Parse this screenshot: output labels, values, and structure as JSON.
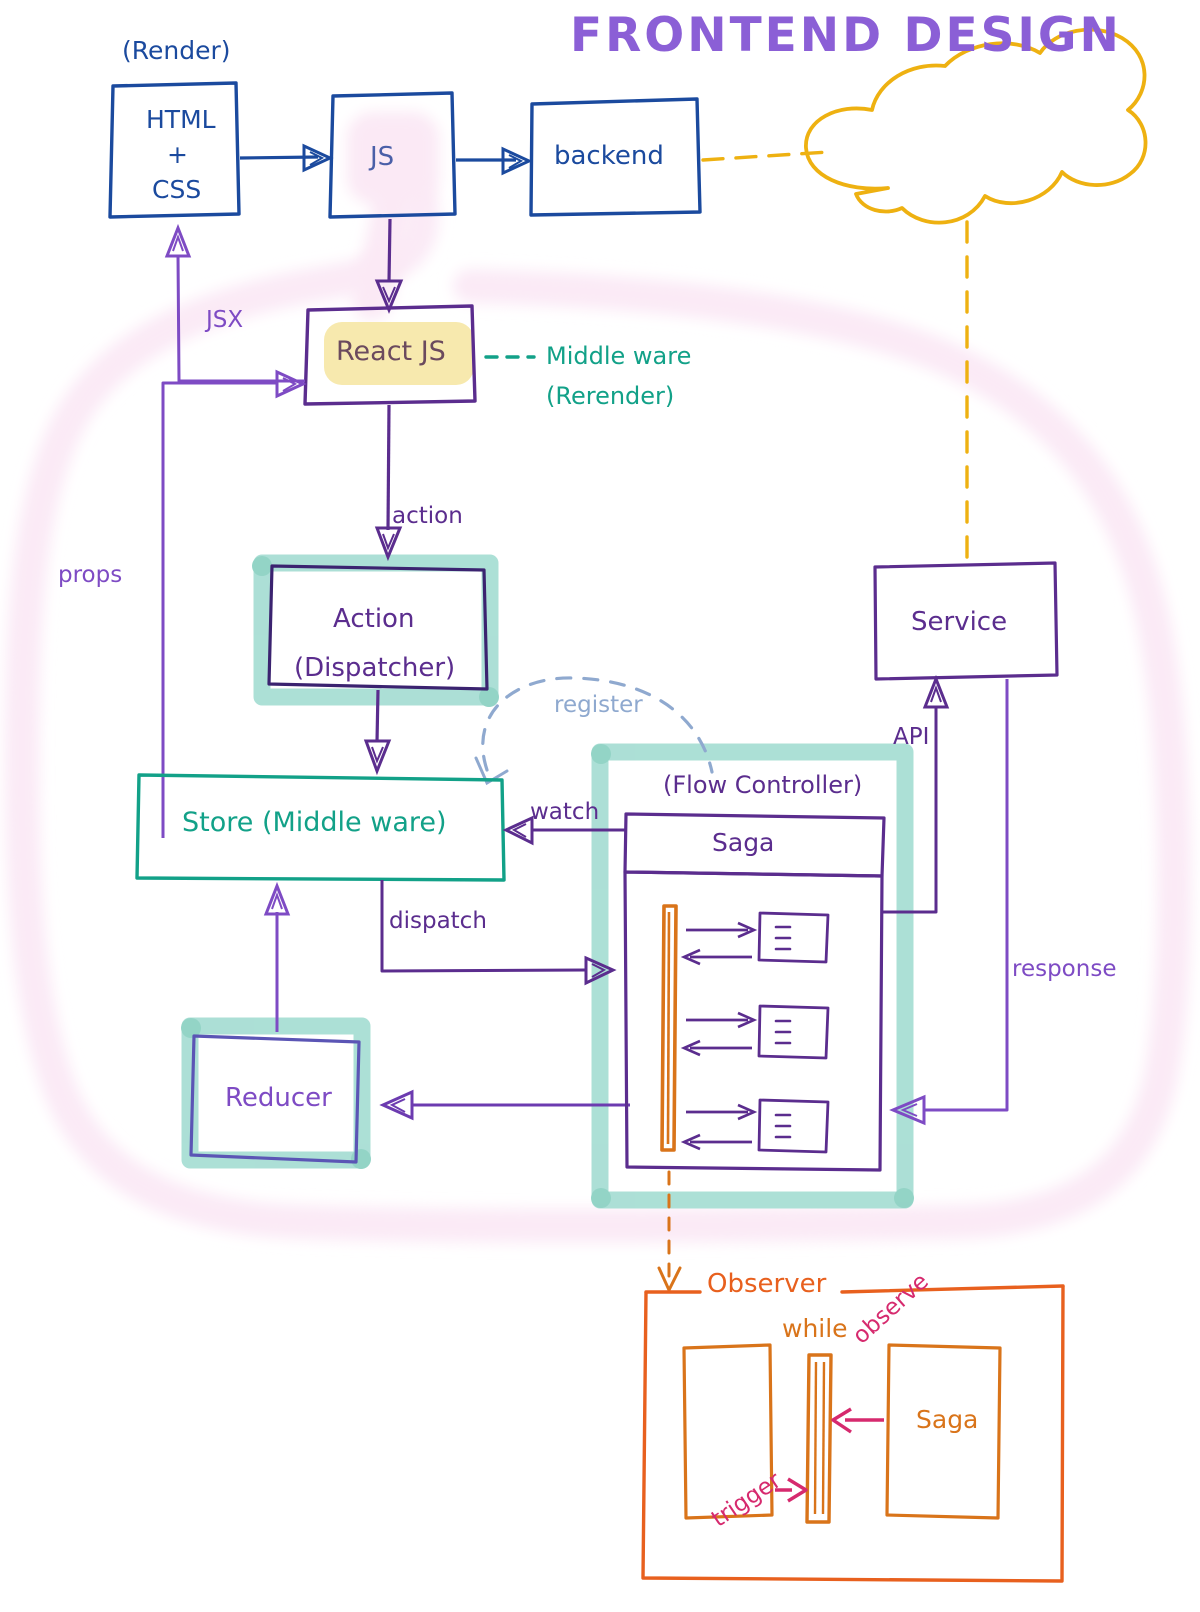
{
  "title": "FRONTEND DESIGN",
  "colors": {
    "title_purple": "#8b5fd6",
    "blue": "#1b4a9e",
    "purple": "#5b2d8e",
    "violet": "#7e4bc4",
    "green": "#12a188",
    "teal_highlight": "#a8ded4",
    "yellow_highlight": "#f7e9ae",
    "gold": "#eeb111",
    "orange": "#d9741a",
    "pink_arrow": "#d62a6e",
    "register_blue": "#8fa9cf",
    "pink_glow": "#fbeaf6",
    "react_text": "#6b4a5e",
    "blue_violet": "#5b55b5"
  },
  "top_row": {
    "render_label": "(Render)",
    "html_css_box": {
      "line1": "HTML",
      "line2": "+",
      "line3": "CSS"
    },
    "js_box": "JS",
    "backend_box": "backend"
  },
  "react": {
    "box_label": "React JS",
    "middleware_line1": "Middle ware",
    "middleware_line2": "(Rerender)"
  },
  "edge_labels": {
    "jsx": "JSX",
    "props": "props",
    "action": "action",
    "register": "register",
    "watch": "watch",
    "dispatch": "dispatch",
    "api": "API",
    "response": "response"
  },
  "boxes": {
    "action_dispatcher_line1": "Action",
    "action_dispatcher_line2": "(Dispatcher)",
    "store": "Store (Middle ware)",
    "reducer": "Reducer",
    "service": "Service",
    "flow_controller": "(Flow Controller)",
    "saga": "Saga"
  },
  "observer": {
    "title": "Observer",
    "while_label": "while",
    "observe_label": "observe",
    "trigger_label": "trigger",
    "saga_label": "Saga"
  },
  "chart_data": {
    "type": "diagram",
    "title": "FRONTEND DESIGN",
    "nodes": [
      {
        "id": "html_css",
        "label": "HTML + CSS",
        "color": "#1b4a9e"
      },
      {
        "id": "js",
        "label": "JS",
        "color": "#1b4a9e"
      },
      {
        "id": "backend",
        "label": "backend",
        "color": "#1b4a9e"
      },
      {
        "id": "cloud",
        "label": "",
        "color": "#eeb111"
      },
      {
        "id": "react",
        "label": "React JS",
        "color": "#5b2d8e"
      },
      {
        "id": "action",
        "label": "Action (Dispatcher)",
        "color": "#5b2d8e"
      },
      {
        "id": "store",
        "label": "Store (Middle ware)",
        "color": "#12a188"
      },
      {
        "id": "reducer",
        "label": "Reducer",
        "color": "#7e4bc4"
      },
      {
        "id": "saga",
        "label": "Saga",
        "color": "#5b2d8e"
      },
      {
        "id": "service",
        "label": "Service",
        "color": "#5b2d8e"
      },
      {
        "id": "observer",
        "label": "Observer",
        "color": "#d9741a"
      }
    ],
    "edges": [
      {
        "from": "html_css",
        "to": "js",
        "label": ""
      },
      {
        "from": "js",
        "to": "backend",
        "label": ""
      },
      {
        "from": "backend",
        "to": "cloud",
        "label": "",
        "style": "dashed"
      },
      {
        "from": "js",
        "to": "react",
        "label": ""
      },
      {
        "from": "react",
        "to": "html_css",
        "label": "JSX"
      },
      {
        "from": "store",
        "to": "react",
        "label": "props"
      },
      {
        "from": "react",
        "to": "action",
        "label": "action"
      },
      {
        "from": "react",
        "to": "middleware",
        "label": "Middle ware (Rerender)",
        "style": "dashed"
      },
      {
        "from": "action",
        "to": "store",
        "label": ""
      },
      {
        "from": "action",
        "to": "saga",
        "label": "register",
        "style": "dashed"
      },
      {
        "from": "saga",
        "to": "store",
        "label": "watch"
      },
      {
        "from": "store",
        "to": "saga",
        "label": "dispatch"
      },
      {
        "from": "saga",
        "to": "service",
        "label": "API"
      },
      {
        "from": "service",
        "to": "saga",
        "label": "response"
      },
      {
        "from": "saga",
        "to": "reducer",
        "label": ""
      },
      {
        "from": "reducer",
        "to": "store",
        "label": ""
      },
      {
        "from": "cloud",
        "to": "service",
        "label": "",
        "style": "dashed"
      },
      {
        "from": "saga",
        "to": "observer",
        "label": "",
        "style": "dashed"
      }
    ]
  }
}
